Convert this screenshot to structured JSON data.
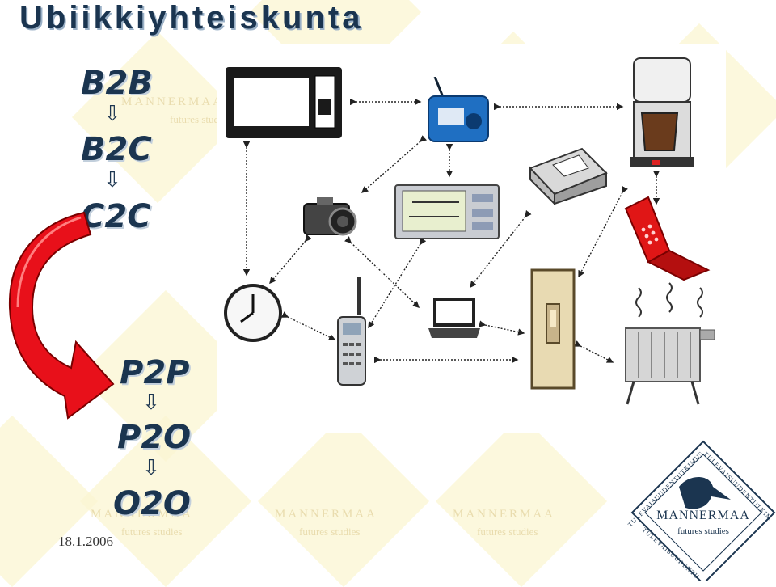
{
  "title": "Ubiikkiyhteiskunta",
  "stages_top": [
    "B2B",
    "B2C",
    "C2C"
  ],
  "stages_bottom": [
    "P2P",
    "P2O",
    "O2O"
  ],
  "down_arrow_glyph": "⇩",
  "date": "18.1.2006",
  "logo": {
    "name": "MANNERMAA",
    "subtitle": "futures studies",
    "ring_text": "TULEVAISUUDENTUTKIMUS"
  },
  "colors": {
    "title": "#1b3550",
    "curved_arrow": "#e8101a",
    "background_pattern": "#fbf6d2",
    "logo_text": "#1b3550"
  },
  "devices": [
    "microwave-icon",
    "radio-icon",
    "coffee-maker-icon",
    "camera-icon",
    "pda-icon",
    "printer-icon",
    "mobile-phone-icon",
    "clock-icon",
    "cordless-phone-icon",
    "laptop-icon",
    "light-switch-icon",
    "heater-icon"
  ]
}
